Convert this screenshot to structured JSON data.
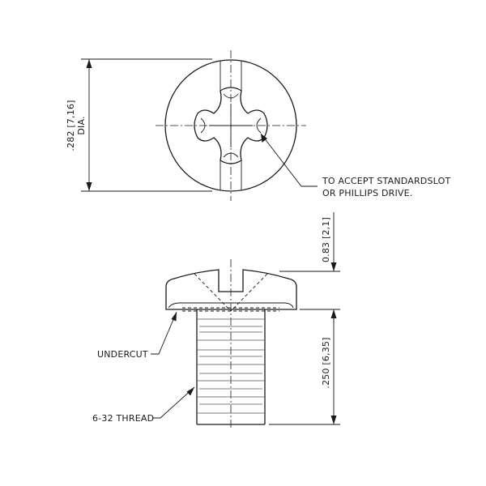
{
  "annotations": {
    "diameter": ".282 [7,16]",
    "diameter_suffix": "DIA.",
    "drive_note_line1": "TO ACCEPT STANDARDSLOT",
    "drive_note_line2": "OR PHILLIPS DRIVE.",
    "head_height": "0.83 [2,1]",
    "shank_length": ".250 [6,35]",
    "undercut": "UNDERCUT",
    "thread": "6-32 THREAD"
  }
}
